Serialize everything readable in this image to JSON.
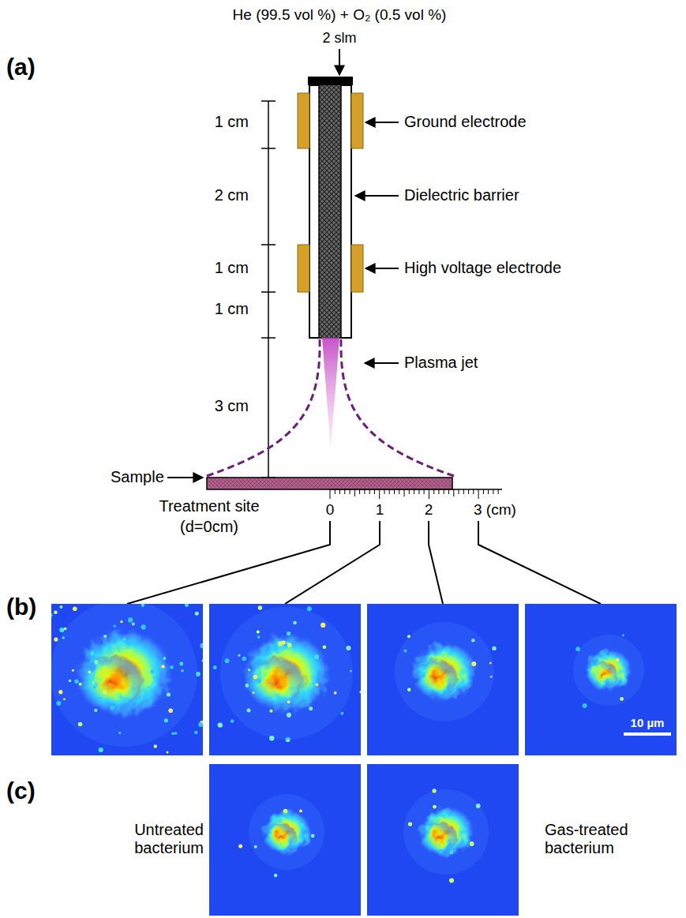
{
  "diagram": {
    "labels": [
      "He (99.5 vol %) + O₂ (0.5 vol %)",
      "(a)",
      "2 slm",
      "1 cm",
      "2 cm",
      "1 cm",
      "1 cm",
      "3 cm",
      "Ground electrode",
      "Dielectric barrier",
      "High voltage electrode",
      "Plasma jet",
      "Sample",
      "Treatment site",
      "(d=0cm)",
      "0",
      "1",
      "2",
      "3 (cm)",
      "(b)",
      "10 µm",
      "(c)",
      "Untreated bacterium",
      "Gas-treated bacterium"
    ]
  }
}
